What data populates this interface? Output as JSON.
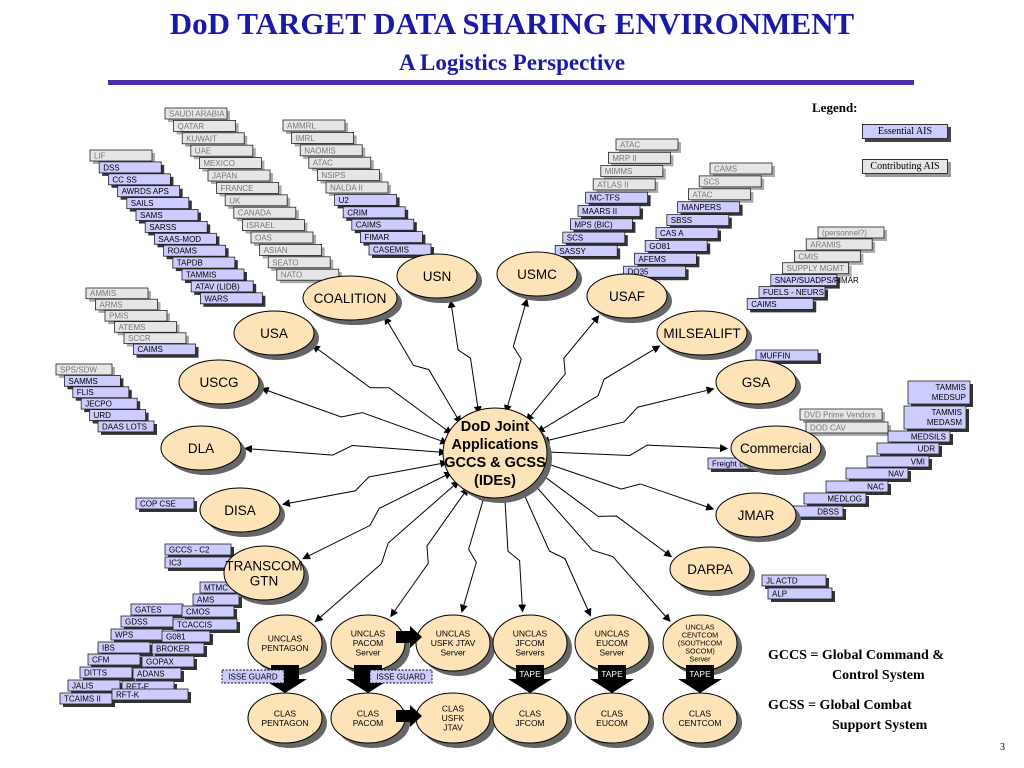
{
  "title": "DoD TARGET DATA SHARING ENVIRONMENT",
  "subtitle": "A Logistics Perspective",
  "legend": {
    "title": "Legend:",
    "essential": "Essential  AIS",
    "contributing": "Contributing  AIS"
  },
  "definitions": [
    {
      "term": "GCCS = Global Command &",
      "cont": "Control System"
    },
    {
      "term": "GCSS = Global Combat",
      "cont": "Support System"
    }
  ],
  "page_number": "3",
  "colors": {
    "title": "#1a1aa6",
    "essential": "#ccccff",
    "contributing": "#e6e6e6",
    "node": "#fde3b8",
    "arrow": "#000000"
  },
  "hub": {
    "lines": [
      "DoD Joint",
      "Applications",
      "GCCS & GCSS",
      "(IDEs)"
    ]
  },
  "nodes": [
    {
      "id": "usn",
      "lines": [
        "USN"
      ]
    },
    {
      "id": "usmc",
      "lines": [
        "USMC"
      ]
    },
    {
      "id": "coalition",
      "lines": [
        "COALITION"
      ]
    },
    {
      "id": "usaf",
      "lines": [
        "USAF"
      ]
    },
    {
      "id": "usa",
      "lines": [
        "USA"
      ]
    },
    {
      "id": "milsealift",
      "lines": [
        "MILSEALIFT"
      ]
    },
    {
      "id": "uscg",
      "lines": [
        "USCG"
      ]
    },
    {
      "id": "gsa",
      "lines": [
        "GSA"
      ]
    },
    {
      "id": "dla",
      "lines": [
        "DLA"
      ]
    },
    {
      "id": "commercial",
      "lines": [
        "Commercial"
      ]
    },
    {
      "id": "disa",
      "lines": [
        "DISA"
      ]
    },
    {
      "id": "jmar",
      "lines": [
        "JMAR"
      ]
    },
    {
      "id": "transcom",
      "lines": [
        "TRANSCOM",
        "GTN"
      ]
    },
    {
      "id": "darpa",
      "lines": [
        "DARPA"
      ]
    }
  ],
  "bottom_nodes": [
    {
      "id": "unclas-pentagon",
      "lines": [
        "UNCLAS",
        "PENTAGON"
      ]
    },
    {
      "id": "unclas-pacom",
      "lines": [
        "UNCLAS",
        "PACOM",
        "Server"
      ]
    },
    {
      "id": "unclas-usfk",
      "lines": [
        "UNCLAS",
        "USFK JTAV",
        "Server"
      ]
    },
    {
      "id": "unclas-jfcom",
      "lines": [
        "UNCLAS",
        "JFCOM",
        "Servers"
      ]
    },
    {
      "id": "unclas-eucom",
      "lines": [
        "UNCLAS",
        "EUCOM",
        "Server"
      ]
    },
    {
      "id": "unclas-centcom",
      "lines": [
        "UNCLAS",
        "CENTCOM",
        "(SOUTHCOM",
        "SOCOM)",
        "Server"
      ]
    },
    {
      "id": "clas-pentagon",
      "lines": [
        "CLAS",
        "PENTAGON"
      ]
    },
    {
      "id": "clas-pacom",
      "lines": [
        "CLAS",
        "PACOM"
      ]
    },
    {
      "id": "clas-usfk",
      "lines": [
        "CLAS",
        "USFK",
        "JTAV"
      ]
    },
    {
      "id": "clas-jfcom",
      "lines": [
        "CLAS",
        "JFCOM"
      ]
    },
    {
      "id": "clas-eucom",
      "lines": [
        "CLAS",
        "EUCOM"
      ]
    },
    {
      "id": "clas-centcom",
      "lines": [
        "CLAS",
        "CENTCOM"
      ]
    }
  ],
  "guards": {
    "isse": "ISSE GUARD",
    "tape": "TAPE"
  },
  "stacks": {
    "usn": [
      "AMMRL",
      "IMRL",
      "NAOMIS",
      "ATAC",
      "NSIPS",
      "NALDA II",
      "U2",
      "CRIM",
      "CAIMS",
      "FIMAR",
      "CASEMIS"
    ],
    "coalition": [
      "SAUDI ARABIA",
      "QATAR",
      "KUWAIT",
      "UAE",
      "MEXICO",
      "JAPAN",
      "FRANCE",
      "UK",
      "CANADA",
      "ISRAEL",
      "OAS",
      "ASIAN",
      "SEATO",
      "NATO"
    ],
    "usa": [
      "LIF",
      "DSS",
      "CC SS",
      "AWRDS APS",
      "SAILS",
      "SAMS",
      "SARSS",
      "SAAS-MOD",
      "ROAMS",
      "TAPDB",
      "TAMMIS",
      "ATAV (LIDB)",
      "WARS"
    ],
    "usmc": [
      "ATAC",
      "MRP II",
      "MIMMS",
      "ATLAS II",
      "MC-TFS",
      "MAARS II",
      "MPS (BIC)",
      "SCS",
      "SASSY"
    ],
    "usaf": [
      "CAMS",
      "SCS",
      "ATAC",
      "MANPERS",
      "SBSS",
      "CAS A",
      "GO81",
      "AFEMS",
      "DO35"
    ],
    "milsealift": [
      "(personnel?)",
      "ARAMIS",
      "CMIS",
      "SUPPLY MGMT",
      "SNAP/SUADPS/FIMAR",
      "FUELS - NEURS",
      "CAIMS"
    ],
    "uscg": [
      "AMMIS",
      "ARMS",
      "PMIS",
      "ATEMS",
      "SCCR",
      "CAIMS"
    ],
    "dla": [
      "SPS/SDW",
      "SAMMS",
      "FLIS",
      "JECPO",
      "URD",
      "DAAS LOTS"
    ],
    "disa": [
      "COP CSE"
    ],
    "transcom": [
      "GCCS - C2",
      "IC3"
    ],
    "gsa": [
      "MUFFIN"
    ],
    "commercial": [
      "DVD Prime Vendors",
      "DOD CAV"
    ],
    "freight": [
      "Freight Links"
    ],
    "jmar": [
      "TAMMIS MEDSUP",
      "TAMMIS MEDASM",
      "MEDSILS",
      "UDR",
      "VMI",
      "NAV",
      "NAC",
      "MEDLOG",
      "DBSS"
    ],
    "darpa": [
      "JL ACTD",
      "ALP"
    ],
    "transcom_low": [
      "MTMC",
      "AMS",
      "GATES",
      "CMOS",
      "GDSS",
      "TCACCIS",
      "WPS",
      "G081",
      "IBS",
      "BROKER",
      "CFM",
      "GOPAX",
      "DITTS",
      "ADANS",
      "JALIS",
      "RFT-E",
      "TCAIMS II",
      "RFT-K"
    ]
  }
}
